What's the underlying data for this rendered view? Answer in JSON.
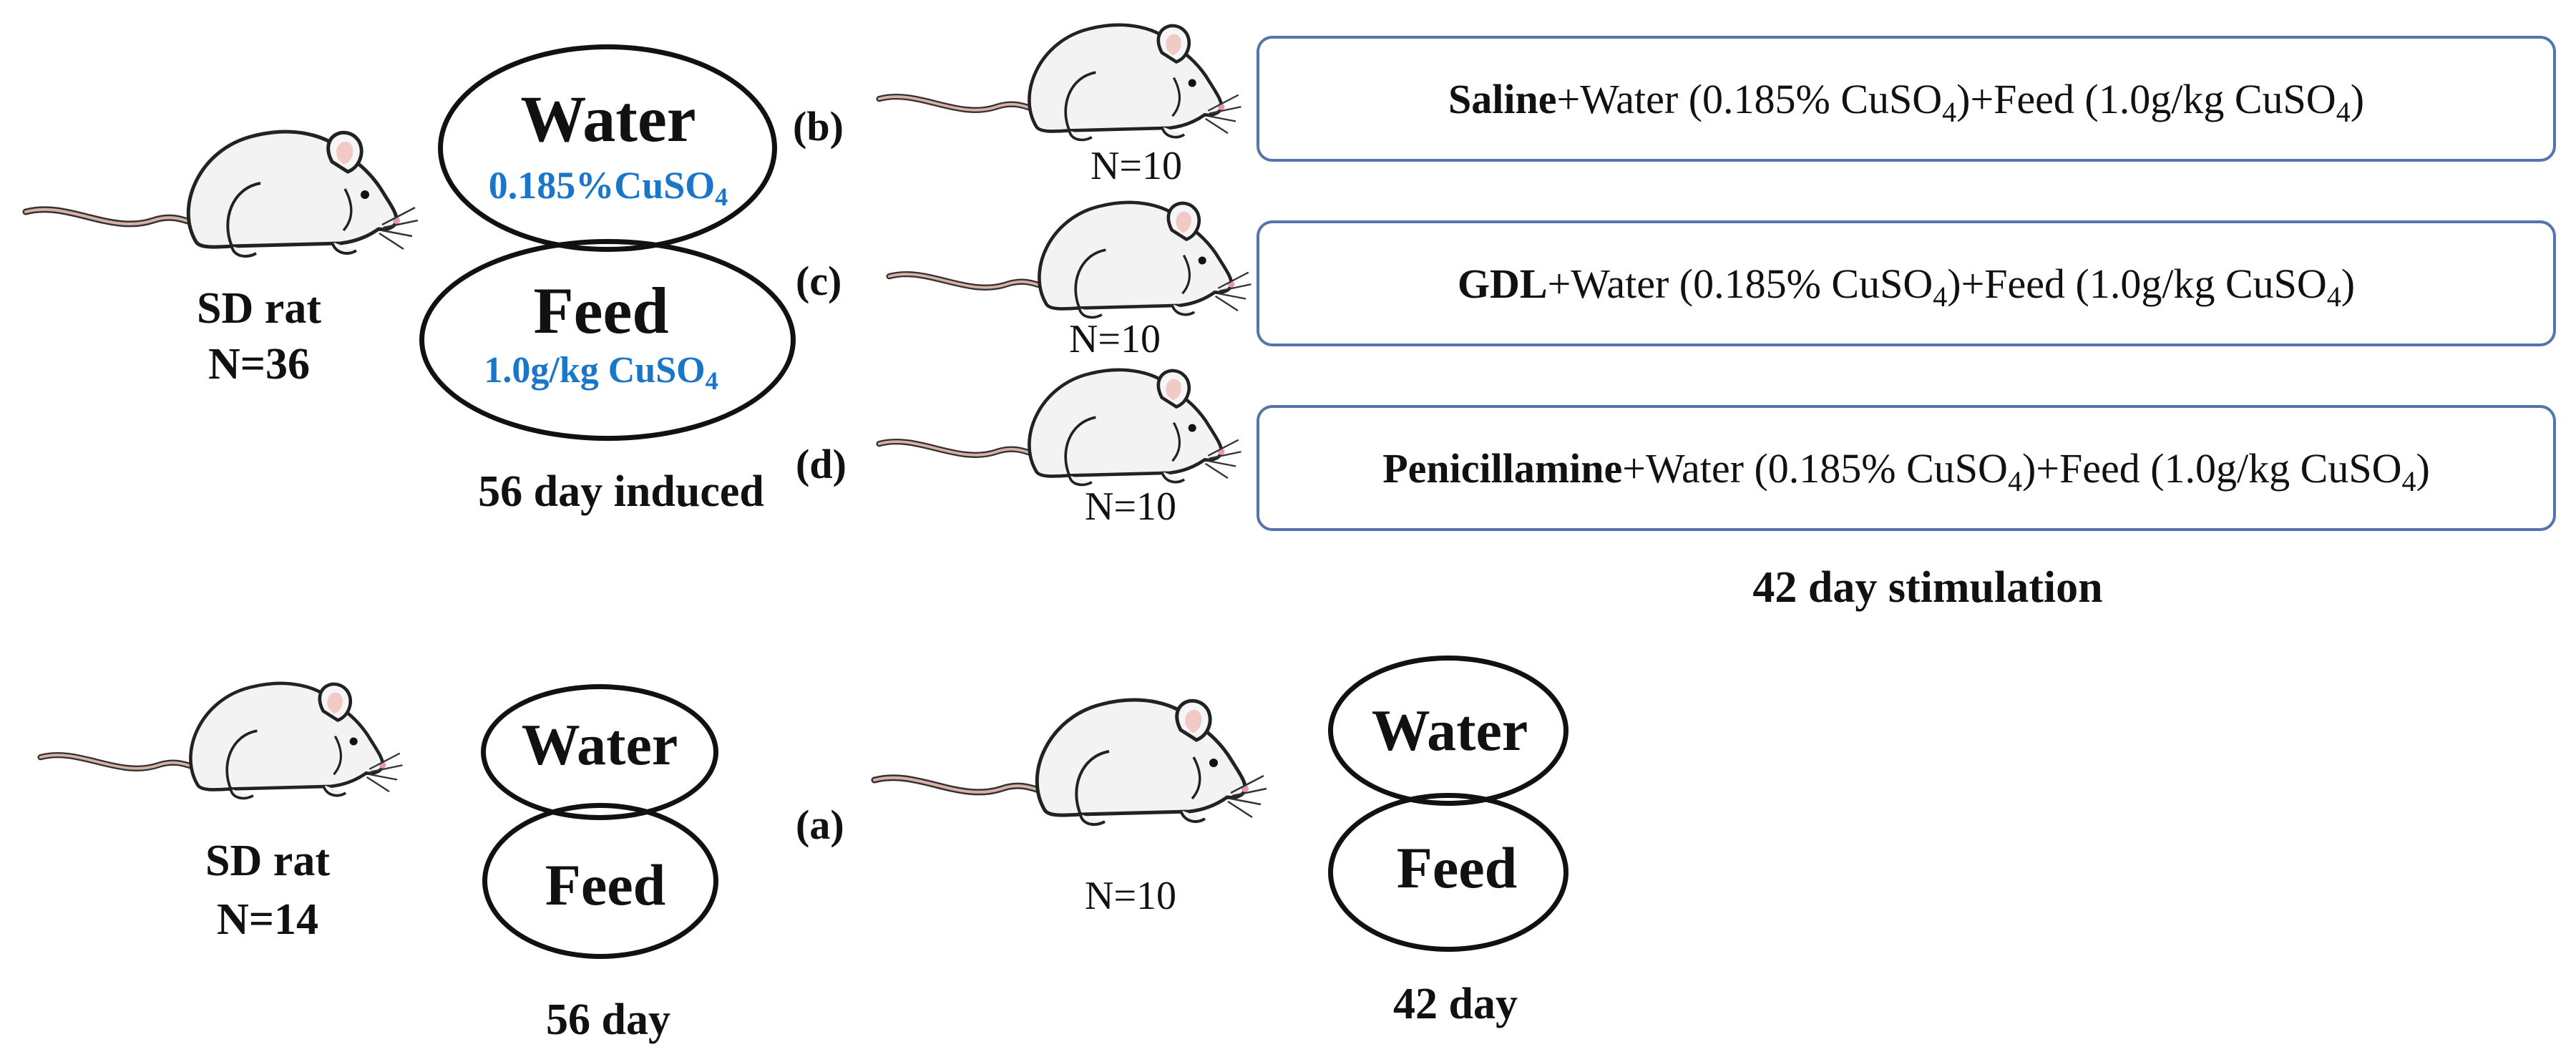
{
  "top_section": {
    "source": {
      "line1": "SD rat",
      "line2": "N=36"
    },
    "water": {
      "title": "Water",
      "detail_prefix": "0.185%CuSO",
      "detail_sub": "4"
    },
    "feed": {
      "title": "Feed",
      "detail_prefix": "1.0g/kg CuSO",
      "detail_sub": "4"
    },
    "induction_label": "56 day induced",
    "groups": [
      {
        "letter": "(b)",
        "n": "N=10",
        "agent": "Saline",
        "water_prefix": "+Water (0.185% CuSO",
        "water_sub": "4",
        "feed_prefix": ")+Feed (1.0g/kg CuSO",
        "feed_sub": "4",
        "end": ")"
      },
      {
        "letter": "(c)",
        "n": "N=10",
        "agent": "GDL",
        "water_prefix": "+Water (0.185% CuSO",
        "water_sub": "4",
        "feed_prefix": ")+Feed (1.0g/kg CuSO",
        "feed_sub": "4",
        "end": ")"
      },
      {
        "letter": "(d)",
        "n": "N=10",
        "agent": "Penicillamine",
        "water_prefix": "+Water (0.185% CuSO",
        "water_sub": "4",
        "feed_prefix": ")+Feed (1.0g/kg CuSO",
        "feed_sub": "4",
        "end": ")"
      }
    ],
    "stimulation_label": "42 day stimulation"
  },
  "bottom_section": {
    "source": {
      "line1": "SD rat",
      "line2": "N=14"
    },
    "water1": "Water",
    "feed1": "Feed",
    "period1": "56 day",
    "letter": "(a)",
    "n": "N=10",
    "water2": "Water",
    "feed2": "Feed",
    "period2": "42 day"
  },
  "colors": {
    "accent_blue": "#1a76c9",
    "box_border": "#5475ab",
    "ink": "#111111"
  },
  "icons": [
    "rat-icon"
  ]
}
